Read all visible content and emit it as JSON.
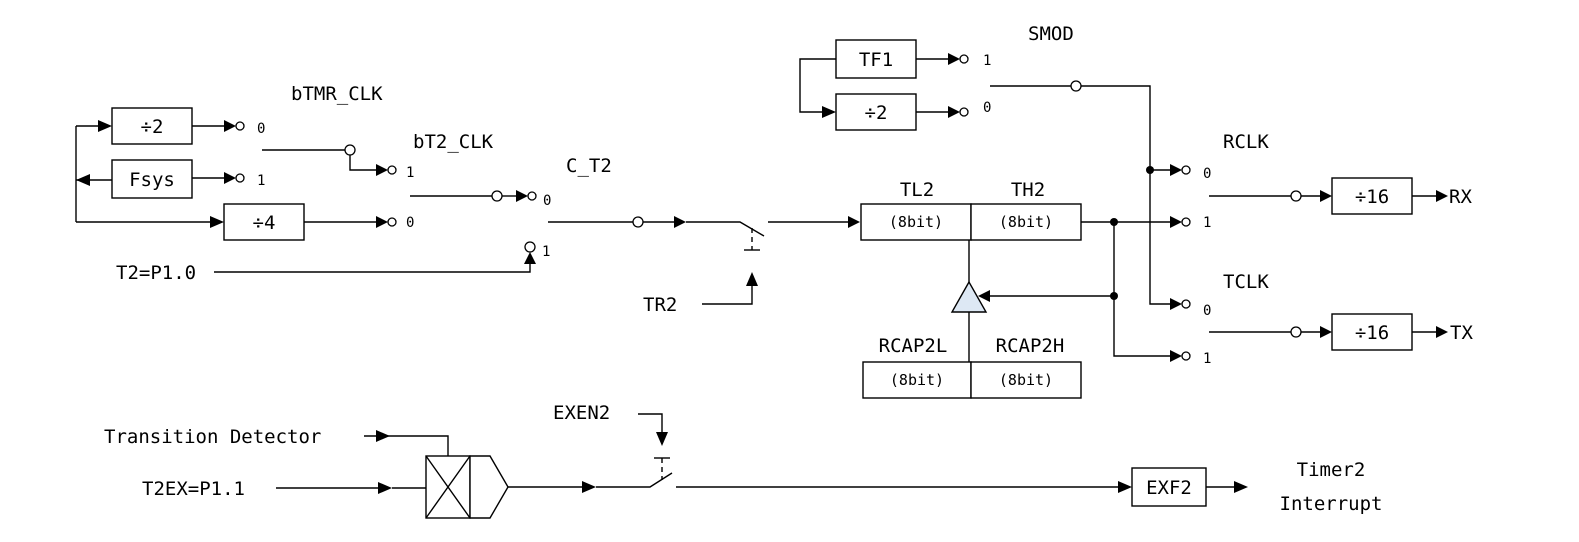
{
  "blocks": {
    "div2_top": "÷2",
    "fsys": "Fsys",
    "div4": "÷4",
    "tf1": "TF1",
    "div2_smod": "÷2",
    "div16_rx": "÷16",
    "div16_tx": "÷16",
    "exf2": "EXF2"
  },
  "registers": {
    "tl2": {
      "name": "TL2",
      "width": "(8bit)"
    },
    "th2": {
      "name": "TH2",
      "width": "(8bit)"
    },
    "rcap2l": {
      "name": "RCAP2L",
      "width": "(8bit)"
    },
    "rcap2h": {
      "name": "RCAP2H",
      "width": "(8bit)"
    }
  },
  "switches": {
    "btmr_clk": {
      "label": "bTMR_CLK",
      "pos0": "0",
      "pos1": "1"
    },
    "bt2_clk": {
      "label": "bT2_CLK",
      "pos1": "1",
      "pos0": "0"
    },
    "c_t2": {
      "label": "C_T2",
      "pos0": "0",
      "pos1": "1"
    },
    "smod": {
      "label": "SMOD",
      "pos1": "1",
      "pos0": "0"
    },
    "rclk": {
      "label": "RCLK",
      "pos0": "0",
      "pos1": "1"
    },
    "tclk": {
      "label": "TCLK",
      "pos0": "0",
      "pos1": "1"
    }
  },
  "signals": {
    "t2_pin": "T2=P1.0",
    "tr2": "TR2",
    "transition_detector": "Transition Detector",
    "t2ex_pin": "T2EX=P1.1",
    "exen2": "EXEN2",
    "rx": "RX",
    "tx": "TX",
    "timer2": "Timer2",
    "interrupt": "Interrupt"
  }
}
